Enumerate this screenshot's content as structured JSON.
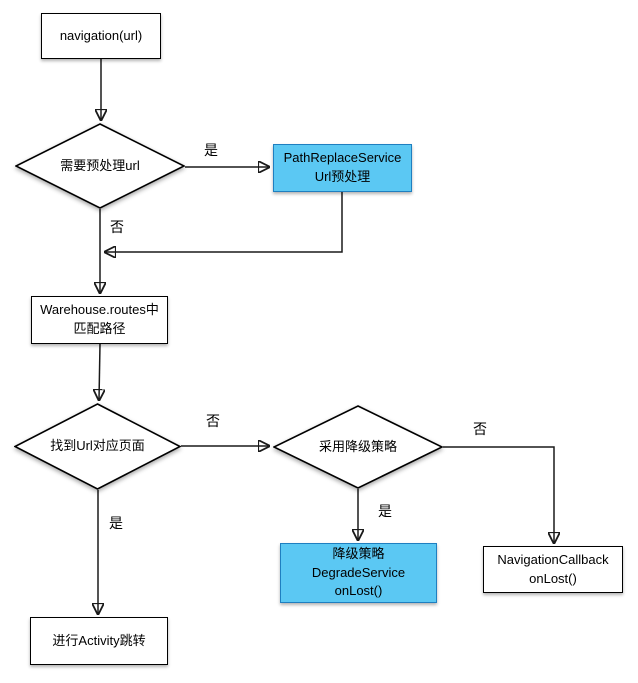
{
  "colors": {
    "background": "#ffffff",
    "node_fill": "#ffffff",
    "node_border": "#000000",
    "highlight_fill": "#5bc8f3",
    "highlight_border": "#1f7fc0",
    "line": "#1a1a1a",
    "text": "#000000"
  },
  "nodes": {
    "navigation": {
      "label": "navigation(url)",
      "shape": "rect"
    },
    "need_preprocess": {
      "label": "需要预处理url",
      "shape": "diamond"
    },
    "path_replace": {
      "label": "PathReplaceService\nUrl预处理",
      "shape": "rect",
      "highlighted": true
    },
    "warehouse": {
      "label": "Warehouse.routes中\n匹配路径",
      "shape": "rect"
    },
    "find_page": {
      "label": "找到Url对应页面",
      "shape": "diamond"
    },
    "degrade_decision": {
      "label": "采用降级策略",
      "shape": "diamond"
    },
    "degrade_service": {
      "label": "降级策略\nDegradeService\nonLost()",
      "shape": "rect",
      "highlighted": true
    },
    "navigation_callback": {
      "label": "NavigationCallback\nonLost()",
      "shape": "rect"
    },
    "activity_jump": {
      "label": "进行Activity跳转",
      "shape": "rect"
    }
  },
  "edge_labels": {
    "preprocess_yes": "是",
    "preprocess_no": "否",
    "find_page_no": "否",
    "find_page_yes": "是",
    "degrade_yes": "是",
    "degrade_no": "否"
  }
}
